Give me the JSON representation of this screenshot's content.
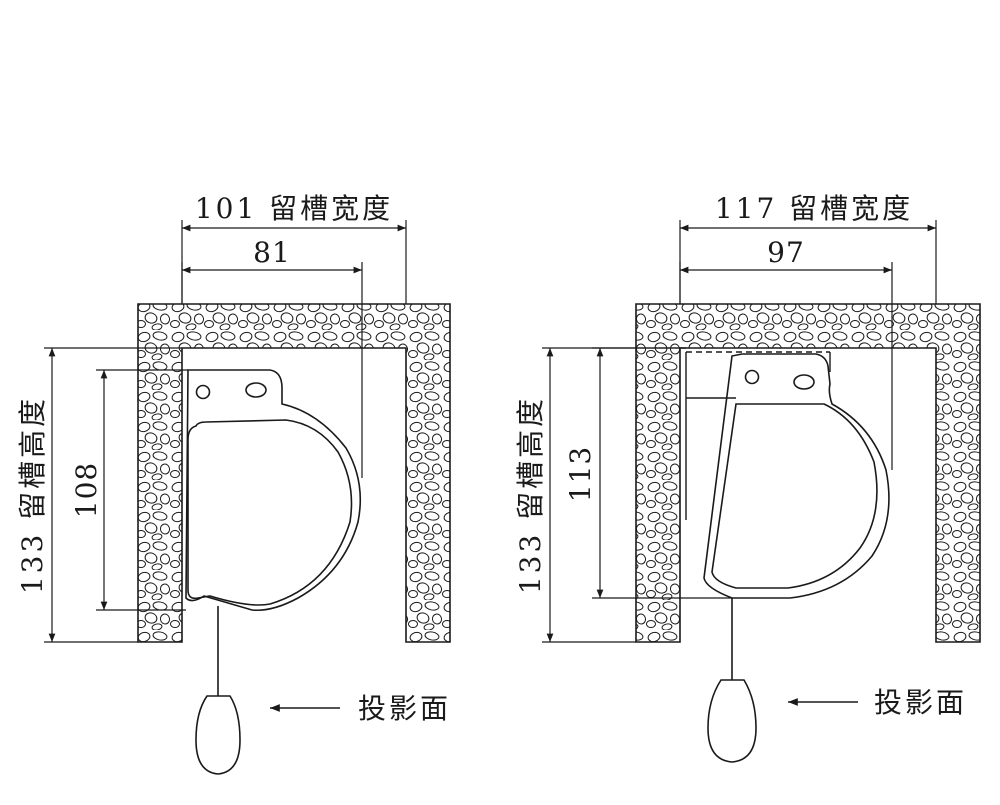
{
  "diagrams": [
    {
      "slot_width_label": "101 留槽宽度",
      "inner_width_label": "81",
      "slot_height_label": "133 留槽高度",
      "inner_height_label": "108",
      "projection_label": "投影面"
    },
    {
      "slot_width_label": "117 留槽宽度",
      "inner_width_label": "97",
      "slot_height_label": "133 留槽高度",
      "inner_height_label": "113",
      "projection_label": "投影面"
    }
  ],
  "colors": {
    "line": "#1a1a1a",
    "background": "#ffffff"
  }
}
